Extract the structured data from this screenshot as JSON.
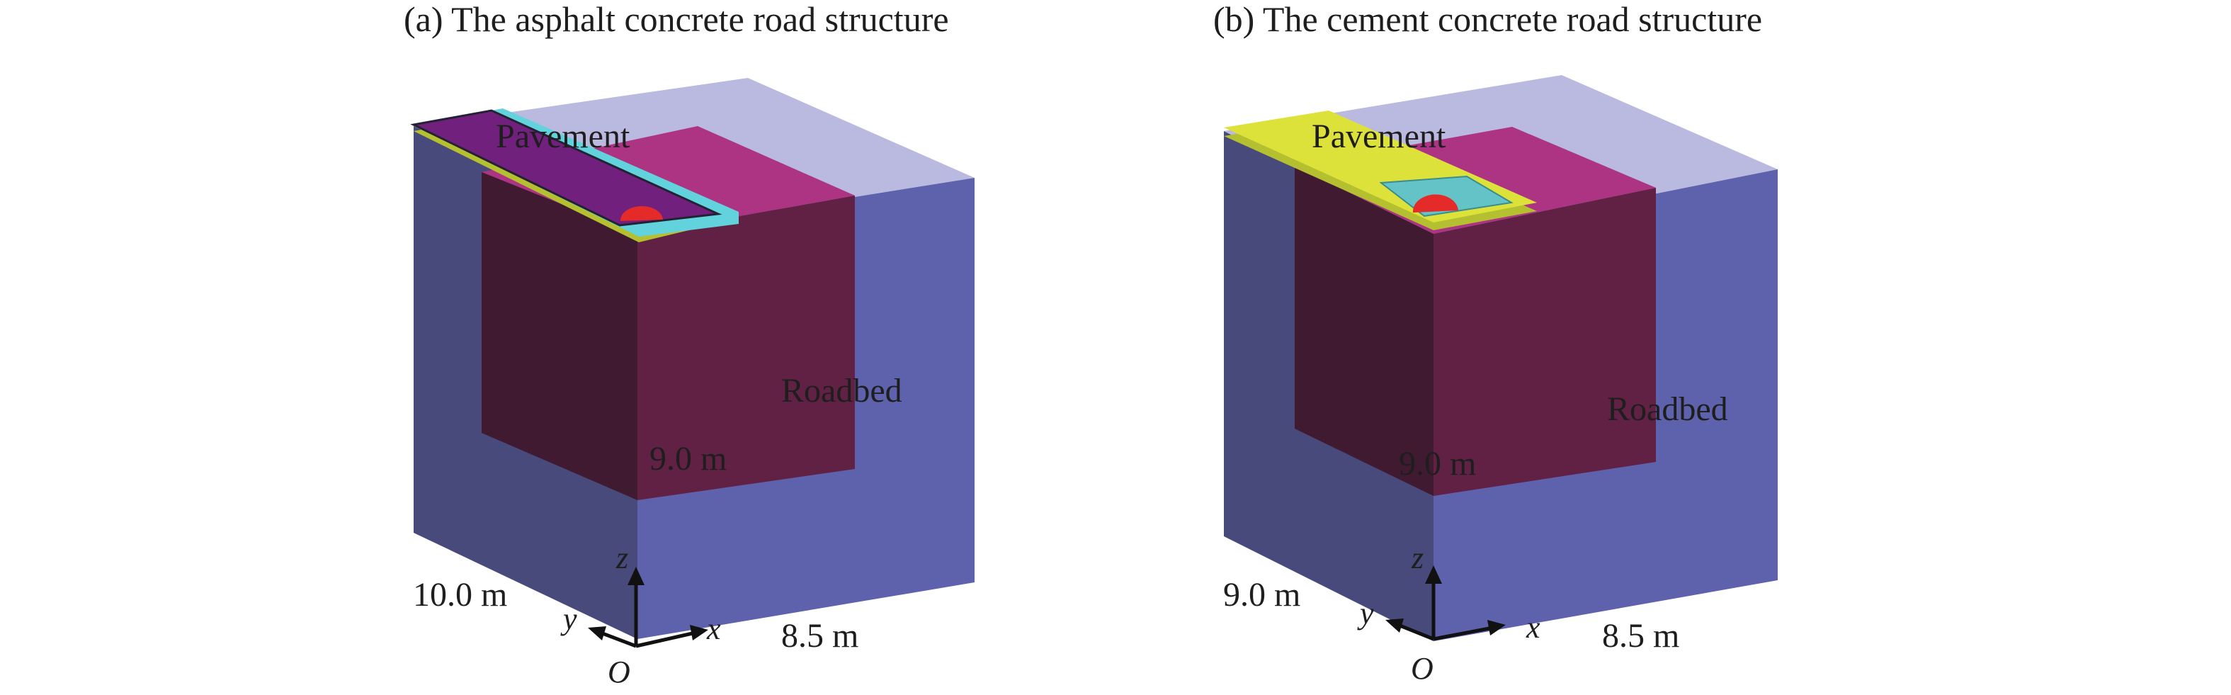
{
  "panels": [
    {
      "title": "(a) The asphalt concrete road structure",
      "pavement_label": "Pavement",
      "roadbed_label": "Roadbed",
      "depth_label": "9.0 m",
      "left_dim_label": "10.0 m",
      "right_dim_label": "8.5 m",
      "axis_z": "z",
      "axis_y": "y",
      "axis_x": "x",
      "origin": "O"
    },
    {
      "title": "(b) The cement concrete road structure",
      "pavement_label": "Pavement",
      "roadbed_label": "Roadbed",
      "depth_label": "9.0 m",
      "left_dim_label": "9.0 m",
      "right_dim_label": "8.5 m",
      "axis_z": "z",
      "axis_y": "y",
      "axis_x": "x",
      "origin": "O"
    }
  ],
  "colors": {
    "block_left_face": "#484a7c",
    "block_right_face": "#5e61ac",
    "block_top_face": "#bab9df",
    "cut_back_wall": "#3f1a30",
    "cut_right_wall": "#612145",
    "cut_top": "#ad3383",
    "asphalt_surface": "#72207e",
    "asphalt_edge_cyan": "#62d3dd",
    "asphalt_edge_olive": "#b5c030",
    "cement_surface": "#dde23a",
    "cement_slab": "#63c3c6",
    "load_marker": "#e52a2a",
    "axis_color": "#111111"
  }
}
